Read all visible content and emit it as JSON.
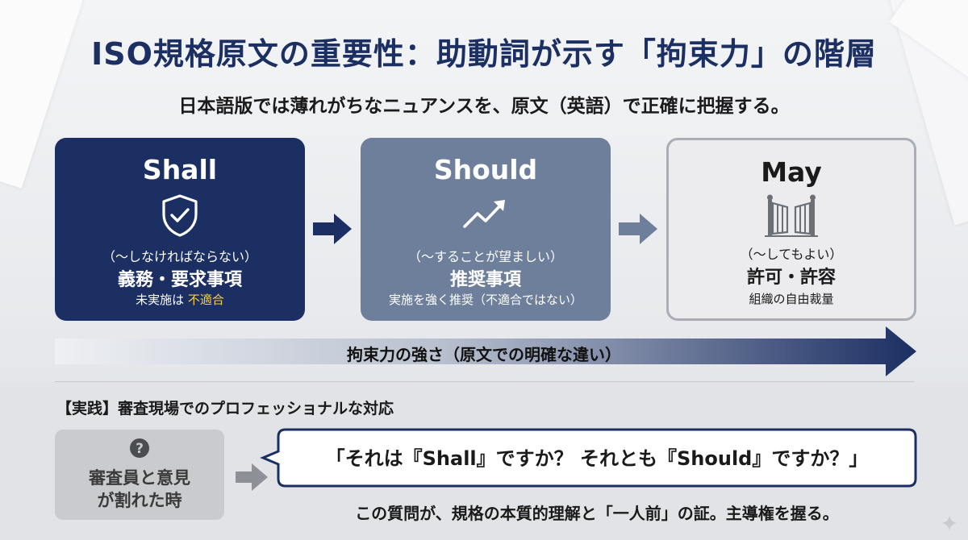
{
  "title": "ISO規格原文の重要性：助動詞が示す「拘束力」の階層",
  "subtitle": "日本語版では薄れがちなニュアンスを、原文（英語）で正確に把握する。",
  "cards": [
    {
      "head": "Shall",
      "icon": "shield-check-icon",
      "paren": "（～しなければならない）",
      "main": "義務・要求事項",
      "note_prefix": "未実施は",
      "note_highlight": "不適合"
    },
    {
      "head": "Should",
      "icon": "trend-up-icon",
      "paren": "（～することが望ましい）",
      "main": "推奨事項",
      "note": "実施を強く推奨（不適合ではない）"
    },
    {
      "head": "May",
      "icon": "open-gate-icon",
      "paren": "（～してもよい）",
      "main": "許可・許容",
      "note": "組織の自由裁量"
    }
  ],
  "binding_arrow_label": "拘束力の強さ（原文での明確な違い）",
  "practice": {
    "label": "【実践】審査現場でのプロフェッショナルな対応",
    "scene_line1": "審査員と意見",
    "scene_line2": "が割れた時",
    "question": "「それは『Shall』ですか？ それとも『Should』ですか？」",
    "conclusion": "この質問が、規格の本質的理解と「一人前」の証。主導権を握る。"
  },
  "colors": {
    "navy": "#1c2f63",
    "slate": "#6e7f9c",
    "highlight": "#f2cf4a",
    "light_card": "#ececef"
  }
}
